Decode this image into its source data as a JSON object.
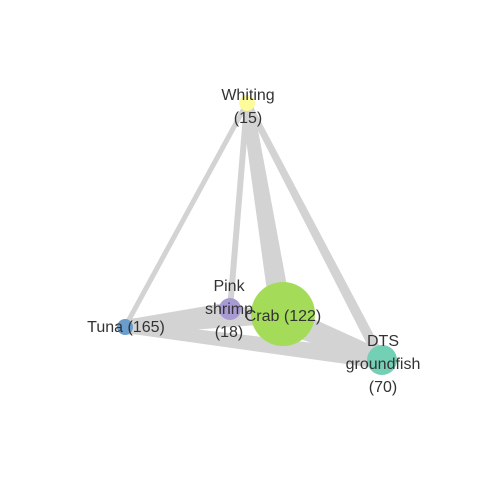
{
  "nodes": {
    "whiting": {
      "line1": "Whiting",
      "line2": "(15)",
      "color": "#fdfb9a"
    },
    "tuna": {
      "line1": "Tuna (165)",
      "color": "#6a9ccc"
    },
    "shrimp": {
      "line1": "Pink",
      "line2": "shrimp",
      "line3": "(18)",
      "color": "#a89bd4"
    },
    "crab": {
      "line1": "Crab (122)",
      "color": "#a4dc5a"
    },
    "groundfish": {
      "line1": "DTS",
      "line2": "groundfish",
      "line3": "(70)",
      "color": "#74d0b4"
    }
  },
  "edge_color": "#d3d3d3"
}
